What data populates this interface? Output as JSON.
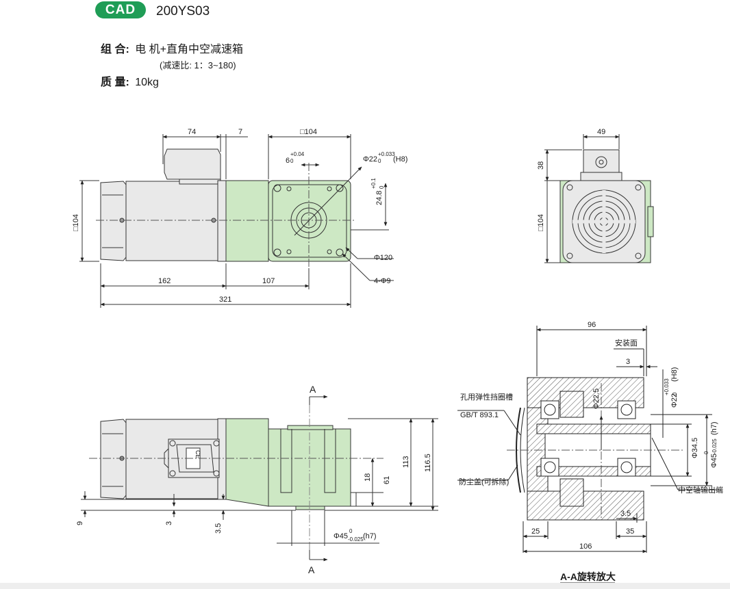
{
  "header": {
    "badge": "CAD",
    "model": "200YS03",
    "combo_label": "组 合:",
    "combo_value": "电 机+直角中空减速箱",
    "ratio_note": "(减速比: 1：3~180)",
    "weight_label": "质 量:",
    "weight_value": "10kg"
  },
  "colors": {
    "body_green": "#cde8c4",
    "motor_gray": "#e9e9e9",
    "badge_green": "#1f9d56",
    "hatch": "#555555"
  },
  "side_view": {
    "dim_74": "74",
    "dim_7": "7",
    "dim_box104": "□104",
    "dim_6": "6",
    "tol_6": "+0.04",
    "tol_6b": "0",
    "dim_phi22": "Φ22",
    "tol_phi22": "+0.033",
    "tol_phi22b": "0",
    "fit_h8": "(H8)",
    "dim_24_8": "24.8",
    "tol_24_8": "+0.1",
    "tol_24_8b": "0",
    "dim_phi120": "Φ120",
    "dim_holes": "4-Φ9",
    "dim_162": "162",
    "dim_107": "107",
    "dim_321": "321",
    "dim_left104": "□104"
  },
  "end_view": {
    "dim_49": "49",
    "dim_38": "38",
    "dim_104": "□104"
  },
  "bottom_view": {
    "section_a_top": "A",
    "section_a_bot": "A",
    "dim_9": "9",
    "dim_3": "3",
    "dim_3_5": "3.5",
    "dim_18": "18",
    "dim_61": "61",
    "dim_113": "113",
    "dim_116_5": "116.5",
    "dim_phi45": "Φ45",
    "tol_phi45a": "0",
    "tol_phi45b": "-0.025",
    "fit_h7": "(h7)",
    "name_plate": "CE"
  },
  "section_view": {
    "dim_96": "96",
    "mount_face": "安装面",
    "dim_3": "3",
    "dim_phi22": "Φ22",
    "tol_phi22": "+0.033",
    "tol_phi22b": "0",
    "fit_h8": "(H8)",
    "retaining_groove": "孔用弹性挡圈槽",
    "standard": "GB/T 893.1",
    "dim_phi22_5": "Φ22.5",
    "dim_phi34_5": "Φ34.5",
    "dim_phi45": "Φ45",
    "tol_phi45a": "0",
    "tol_phi45b": "-0.025",
    "fit_h7": "(h7)",
    "dust_cover": "防尘盖(可拆除)",
    "hollow_output": "中空轴输出端",
    "dim_3_5": "3.5",
    "dim_25": "25",
    "dim_35": "35",
    "dim_106": "106",
    "caption": "A-A旋转放大"
  }
}
